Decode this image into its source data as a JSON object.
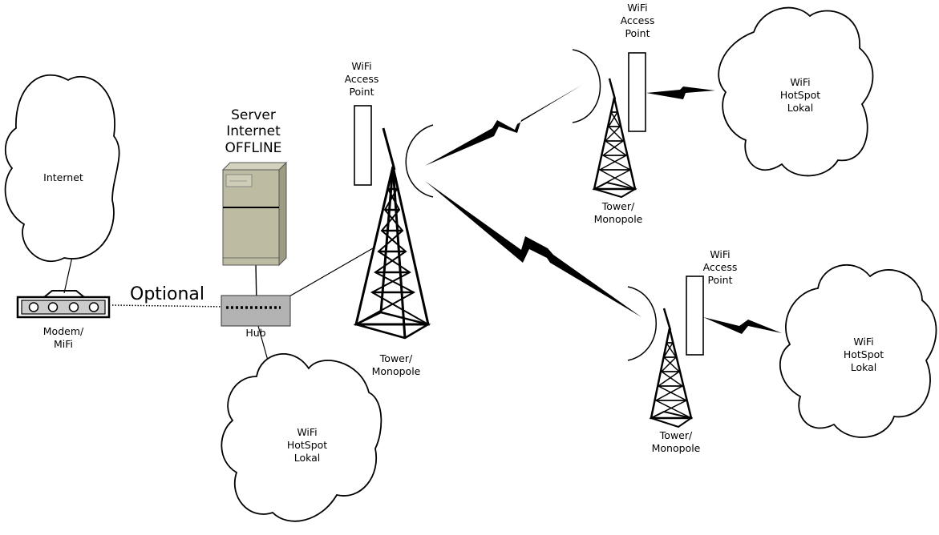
{
  "internet_cloud": {
    "label": "Internet"
  },
  "modem": {
    "label_line1": "Modem/",
    "label_line2": "MiFi"
  },
  "optional_link": {
    "label": "Optional"
  },
  "server": {
    "line1": "Server",
    "line2": "Internet",
    "line3": "OFFLINE"
  },
  "hub": {
    "label": "Hub"
  },
  "local_cloud_hub": {
    "line1": "WiFi",
    "line2": "HotSpot",
    "line3": "Lokal"
  },
  "main_tower": {
    "ap_line1": "WiFi",
    "ap_line2": "Access",
    "ap_line3": "Point",
    "tower_line1": "Tower/",
    "tower_line2": "Monopole"
  },
  "tower_top_right": {
    "ap_line1": "WiFi",
    "ap_line2": "Access",
    "ap_line3": "Point",
    "tower_line1": "Tower/",
    "tower_line2": "Monopole",
    "cloud_line1": "WiFi",
    "cloud_line2": "HotSpot",
    "cloud_line3": "Lokal"
  },
  "tower_bottom_right": {
    "ap_line1": "WiFi",
    "ap_line2": "Access",
    "ap_line3": "Point",
    "tower_line1": "Tower/",
    "tower_line2": "Monopole",
    "cloud_line1": "WiFi",
    "cloud_line2": "HotSpot",
    "cloud_line3": "Lokal"
  },
  "colors": {
    "server_body": "#bebba3",
    "server_side": "#9e9b83",
    "hub_fill": "#b3b3b3",
    "modem_fill": "#cccccc"
  }
}
